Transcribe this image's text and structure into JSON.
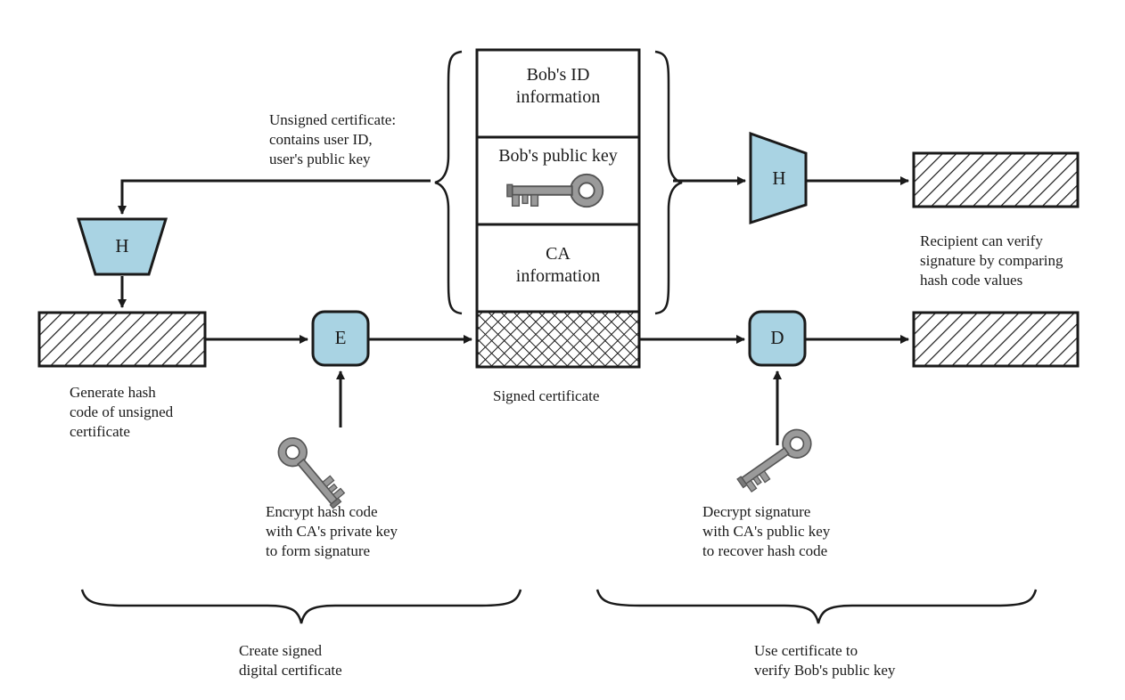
{
  "certificate": {
    "id_info": "Bob's ID\ninformation",
    "public_key": "Bob's public key",
    "ca_info": "CA\ninformation"
  },
  "operations": {
    "hash_left": "H",
    "hash_right": "H",
    "encrypt": "E",
    "decrypt": "D"
  },
  "labels": {
    "unsigned_certificate": "Unsigned certificate:\ncontains user ID,\nuser's public key",
    "generate_hash": "Generate hash\ncode of unsigned\ncertificate",
    "encrypt_hash": "Encrypt hash code\nwith CA's private key\nto form signature",
    "signed_certificate": "Signed certificate",
    "decrypt_signature": "Decrypt signature\nwith CA's public key\nto recover hash code",
    "recipient_verify": "Recipient can verify\nsignature by comparing\nhash code values",
    "create_signed": "Create signed\ndigital certificate",
    "use_certificate": "Use certificate to\nverify Bob's public key"
  },
  "colors": {
    "operation_fill": "#a9d3e3",
    "stroke": "#1a1a1a",
    "key_fill": "#9a9a9a"
  },
  "icons": [
    "key-icon",
    "key-icon",
    "key-icon"
  ]
}
